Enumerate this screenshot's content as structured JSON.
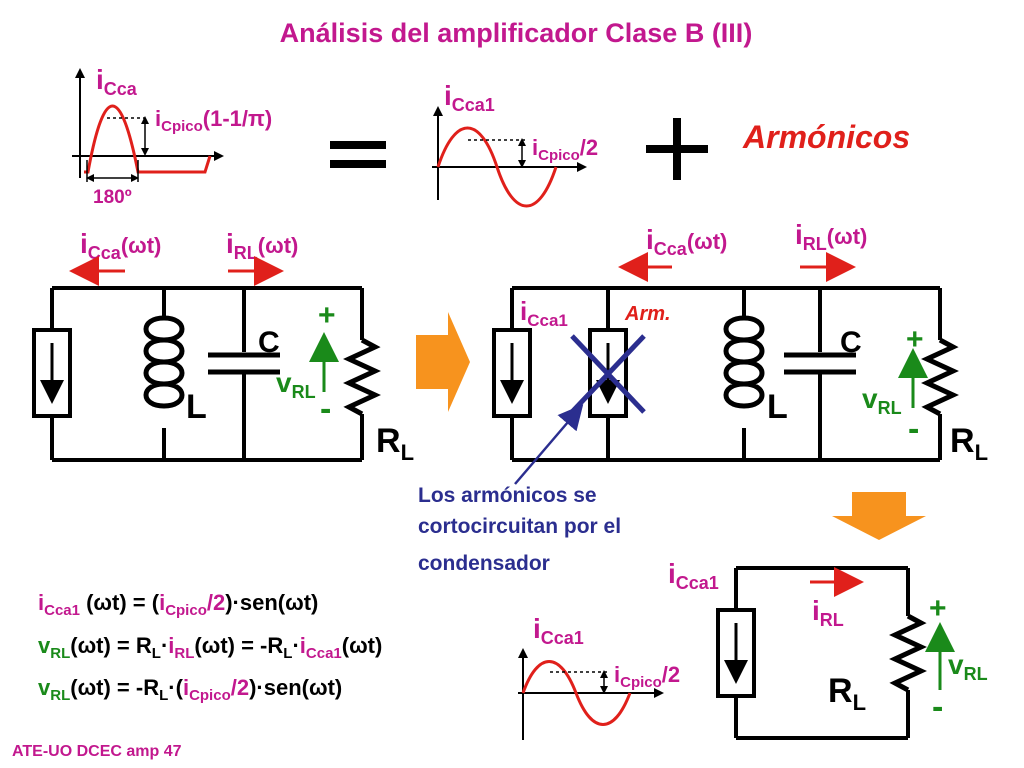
{
  "title": "Análisis del amplificador Clase B (III)",
  "colors": {
    "magenta": "#c2188e",
    "red": "#e0201b",
    "green": "#1a8a1a",
    "blue": "#2b2e8f",
    "black": "#000000",
    "orange": "#f7931e"
  },
  "top": {
    "icca": "i",
    "icca_sub": "Cca",
    "icpico": "i",
    "icpico_sub": "Cpico",
    "icpico_rest": "(1-1/π)",
    "angle": "180º",
    "equals": "=",
    "icca1": "i",
    "icca1_sub": "Cca1",
    "half": "i",
    "half_sub": "Cpico",
    "half_rest": "/2",
    "plus": "+",
    "armonicos": "Armónicos"
  },
  "left_circuit": {
    "i_cca": "i",
    "i_cca_sub": "Cca",
    "i_cca_arg": "(ωt)",
    "i_rl": "i",
    "i_rl_sub": "RL",
    "i_rl_arg": "(ωt)",
    "c": "C",
    "l": "L",
    "v": "v",
    "v_sub": "RL",
    "plus": "+",
    "minus": "-",
    "r": "R",
    "r_sub": "L"
  },
  "right_circuit": {
    "i_cca": "i",
    "i_cca_sub": "Cca",
    "i_cca_arg": "(ωt)",
    "i_rl": "i",
    "i_rl_sub": "RL",
    "i_rl_arg": "(ωt)",
    "icca1": "i",
    "icca1_sub": "Cca1",
    "arm": "Arm.",
    "c": "C",
    "l": "L",
    "v": "v",
    "v_sub": "RL",
    "plus": "+",
    "minus": "-",
    "r": "R",
    "r_sub": "L"
  },
  "note": {
    "line1": "Los armónicos se",
    "line2": "cortocircuitan por el",
    "line3": "condensador"
  },
  "equations": {
    "e1_a": "i",
    "e1_a_sub": "Cca1",
    "e1_b": " (ωt) = (",
    "e1_c": "i",
    "e1_c_sub": "Cpico",
    "e1_d": "/2",
    "e1_e": ")·sen(ωt)",
    "e2_a": "v",
    "e2_a_sub": "RL",
    "e2_b": "(ωt) = R",
    "e2_b_sub": "L",
    "e2_c": "·",
    "e2_d": "i",
    "e2_d_sub": "RL",
    "e2_e": "(ωt) = -R",
    "e2_e_sub": "L",
    "e2_f": "·",
    "e2_g": "i",
    "e2_g_sub": "Cca1",
    "e2_h": "(ωt)",
    "e3_a": "v",
    "e3_a_sub": "RL",
    "e3_b": "(ωt) = -R",
    "e3_b_sub": "L",
    "e3_c": "·(",
    "e3_d": "i",
    "e3_d_sub": "Cpico",
    "e3_e": "/2",
    "e3_f": ")·sen(ωt)"
  },
  "bottom_circuit": {
    "icca1": "i",
    "icca1_sub": "Cca1",
    "i_rl": "i",
    "i_rl_sub": "RL",
    "plus": "+",
    "minus": "-",
    "v": "v",
    "v_sub": "RL",
    "r": "R",
    "r_sub": "L"
  },
  "bottom_wave": {
    "icca1": "i",
    "icca1_sub": "Cca1",
    "half": "i",
    "half_sub": "Cpico",
    "half_rest": "/2"
  },
  "footer": "ATE-UO DCEC amp 47"
}
